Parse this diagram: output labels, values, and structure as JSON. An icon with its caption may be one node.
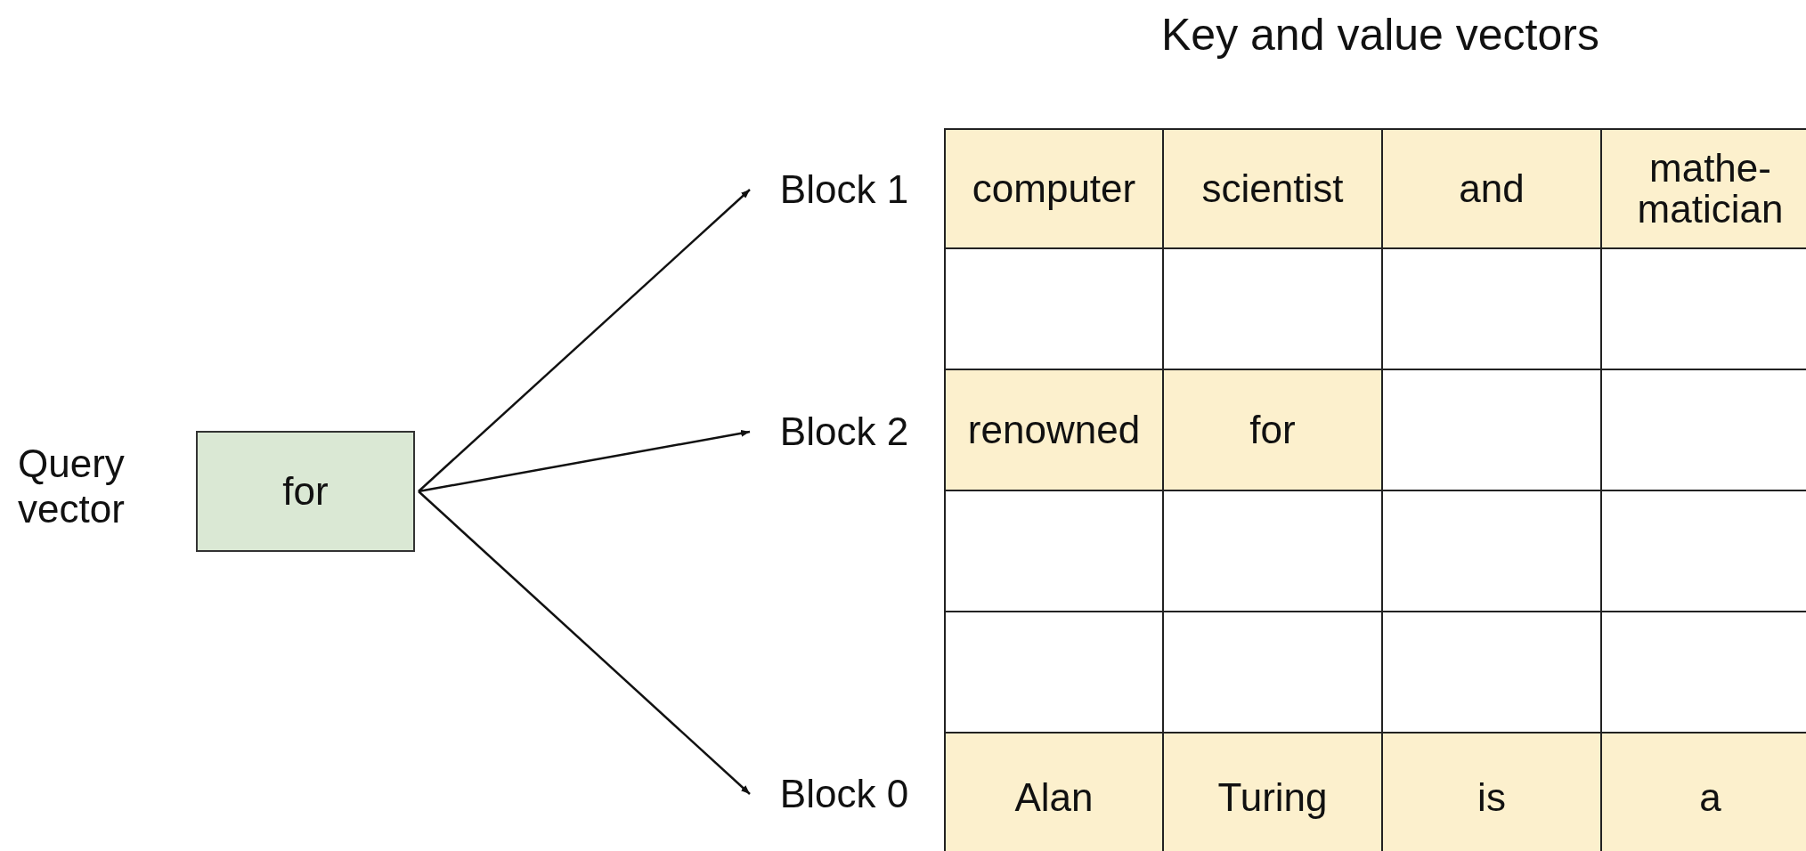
{
  "diagram": {
    "title": "Key and value vectors",
    "nodes": [
      {
        "text": [
          "for"
        ],
        "beside": [
          "Query vector"
        ]
      },
      {
        "text": [
          "Block 1"
        ]
      },
      {
        "text": [
          "Block 2"
        ]
      },
      {
        "text": [
          "Block 0"
        ]
      }
    ],
    "edges": [
      {
        "from": 0,
        "to": 1,
        "arrow": "to"
      },
      {
        "from": 0,
        "to": 2,
        "arrow": "to"
      },
      {
        "from": 0,
        "to": 3,
        "arrow": "to"
      }
    ],
    "labels": [
      "computer",
      "scientist",
      "and",
      "mathe- matician",
      "renowned",
      "for",
      "Alan",
      "Turing",
      "is",
      "a"
    ]
  }
}
